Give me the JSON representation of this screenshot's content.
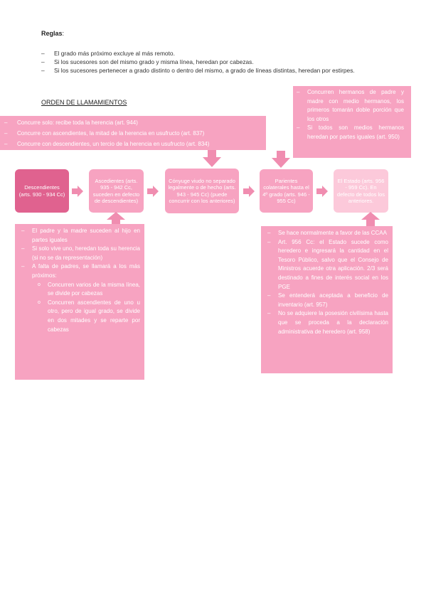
{
  "rules": {
    "title": "Reglas",
    "items": [
      "El grado más próximo excluye al más remoto.",
      "Si los sucesores son del mismo grado y misma línea, heredan por cabezas.",
      "Si los sucesores pertenecer a grado distinto o dentro del mismo, a grado de líneas distintas, heredan por estirpes."
    ]
  },
  "section_title": "ORDEN DE LLAMAMIENTOS",
  "spouse_note": [
    "Concurre solo: recibe toda la herencia (art. 944)",
    "Concurre con ascendientes, la mitad de la herencia en usufructo (art. 837)",
    "Concurre con descendientes, un tercio de la herencia en usufructo (art. 834)"
  ],
  "siblings_note": [
    "Concurren hermanos de padre y madre con medio hermanos, los primeros tomarán doble porción que los otros",
    "Si todos son medios hermanos heredan por partes iguales (art. 950)"
  ],
  "flow": [
    {
      "label": "Descendientes (arts. 930 - 934 Cc)"
    },
    {
      "label": "Ascedientes (arts. 935 - 942 Cc, suceden en defecto de descendientes)"
    },
    {
      "label": "Cónyuge viudo no separado legalmente o de hecho (arts. 943 - 945 Cc) (puede concurrir con los anteriores)"
    },
    {
      "label": "Parientes colaterales hasta el 4º grado (arts. 946 - 955 Cc)"
    },
    {
      "label": "El Estado (arts. 956 - 959 Cc). En defecto de todos los anteriores."
    }
  ],
  "ascendants_note": {
    "items": [
      "El padre y la madre suceden al hijo en partes iguales",
      "Si solo vive uno, heredan toda su herencia (si no se da representación)",
      "A falta de padres, se llamará a los más próximos:"
    ],
    "sub_items": [
      "Concurren varios de la misma línea, se divide por cabezas",
      "Concurren ascendientes de uno u otro, pero de igual grado, se divide en dos mitades y se reparte por cabezas"
    ]
  },
  "state_note": [
    "Se hace normalmente a favor de las CCAA",
    "Art. 956 Cc: el Estado sucede como heredero e ingresará la cantidad en el Tesoro Público, salvo que el Consejo de Ministros acuerde otra aplicación. 2/3 será destinado a fines de interés social en los PGE",
    "Se entenderá aceptada a beneficio de inventario (art. 957)",
    "No se adquiere la posesión civilísima hasta que se proceda a la declaración administrativa de heredero (art. 958)"
  ],
  "colors": {
    "dark_pink": "#e0628f",
    "pink": "#f7a3c1",
    "light_pink": "#fcc9da",
    "pale_pink": "#fbc4d7"
  }
}
